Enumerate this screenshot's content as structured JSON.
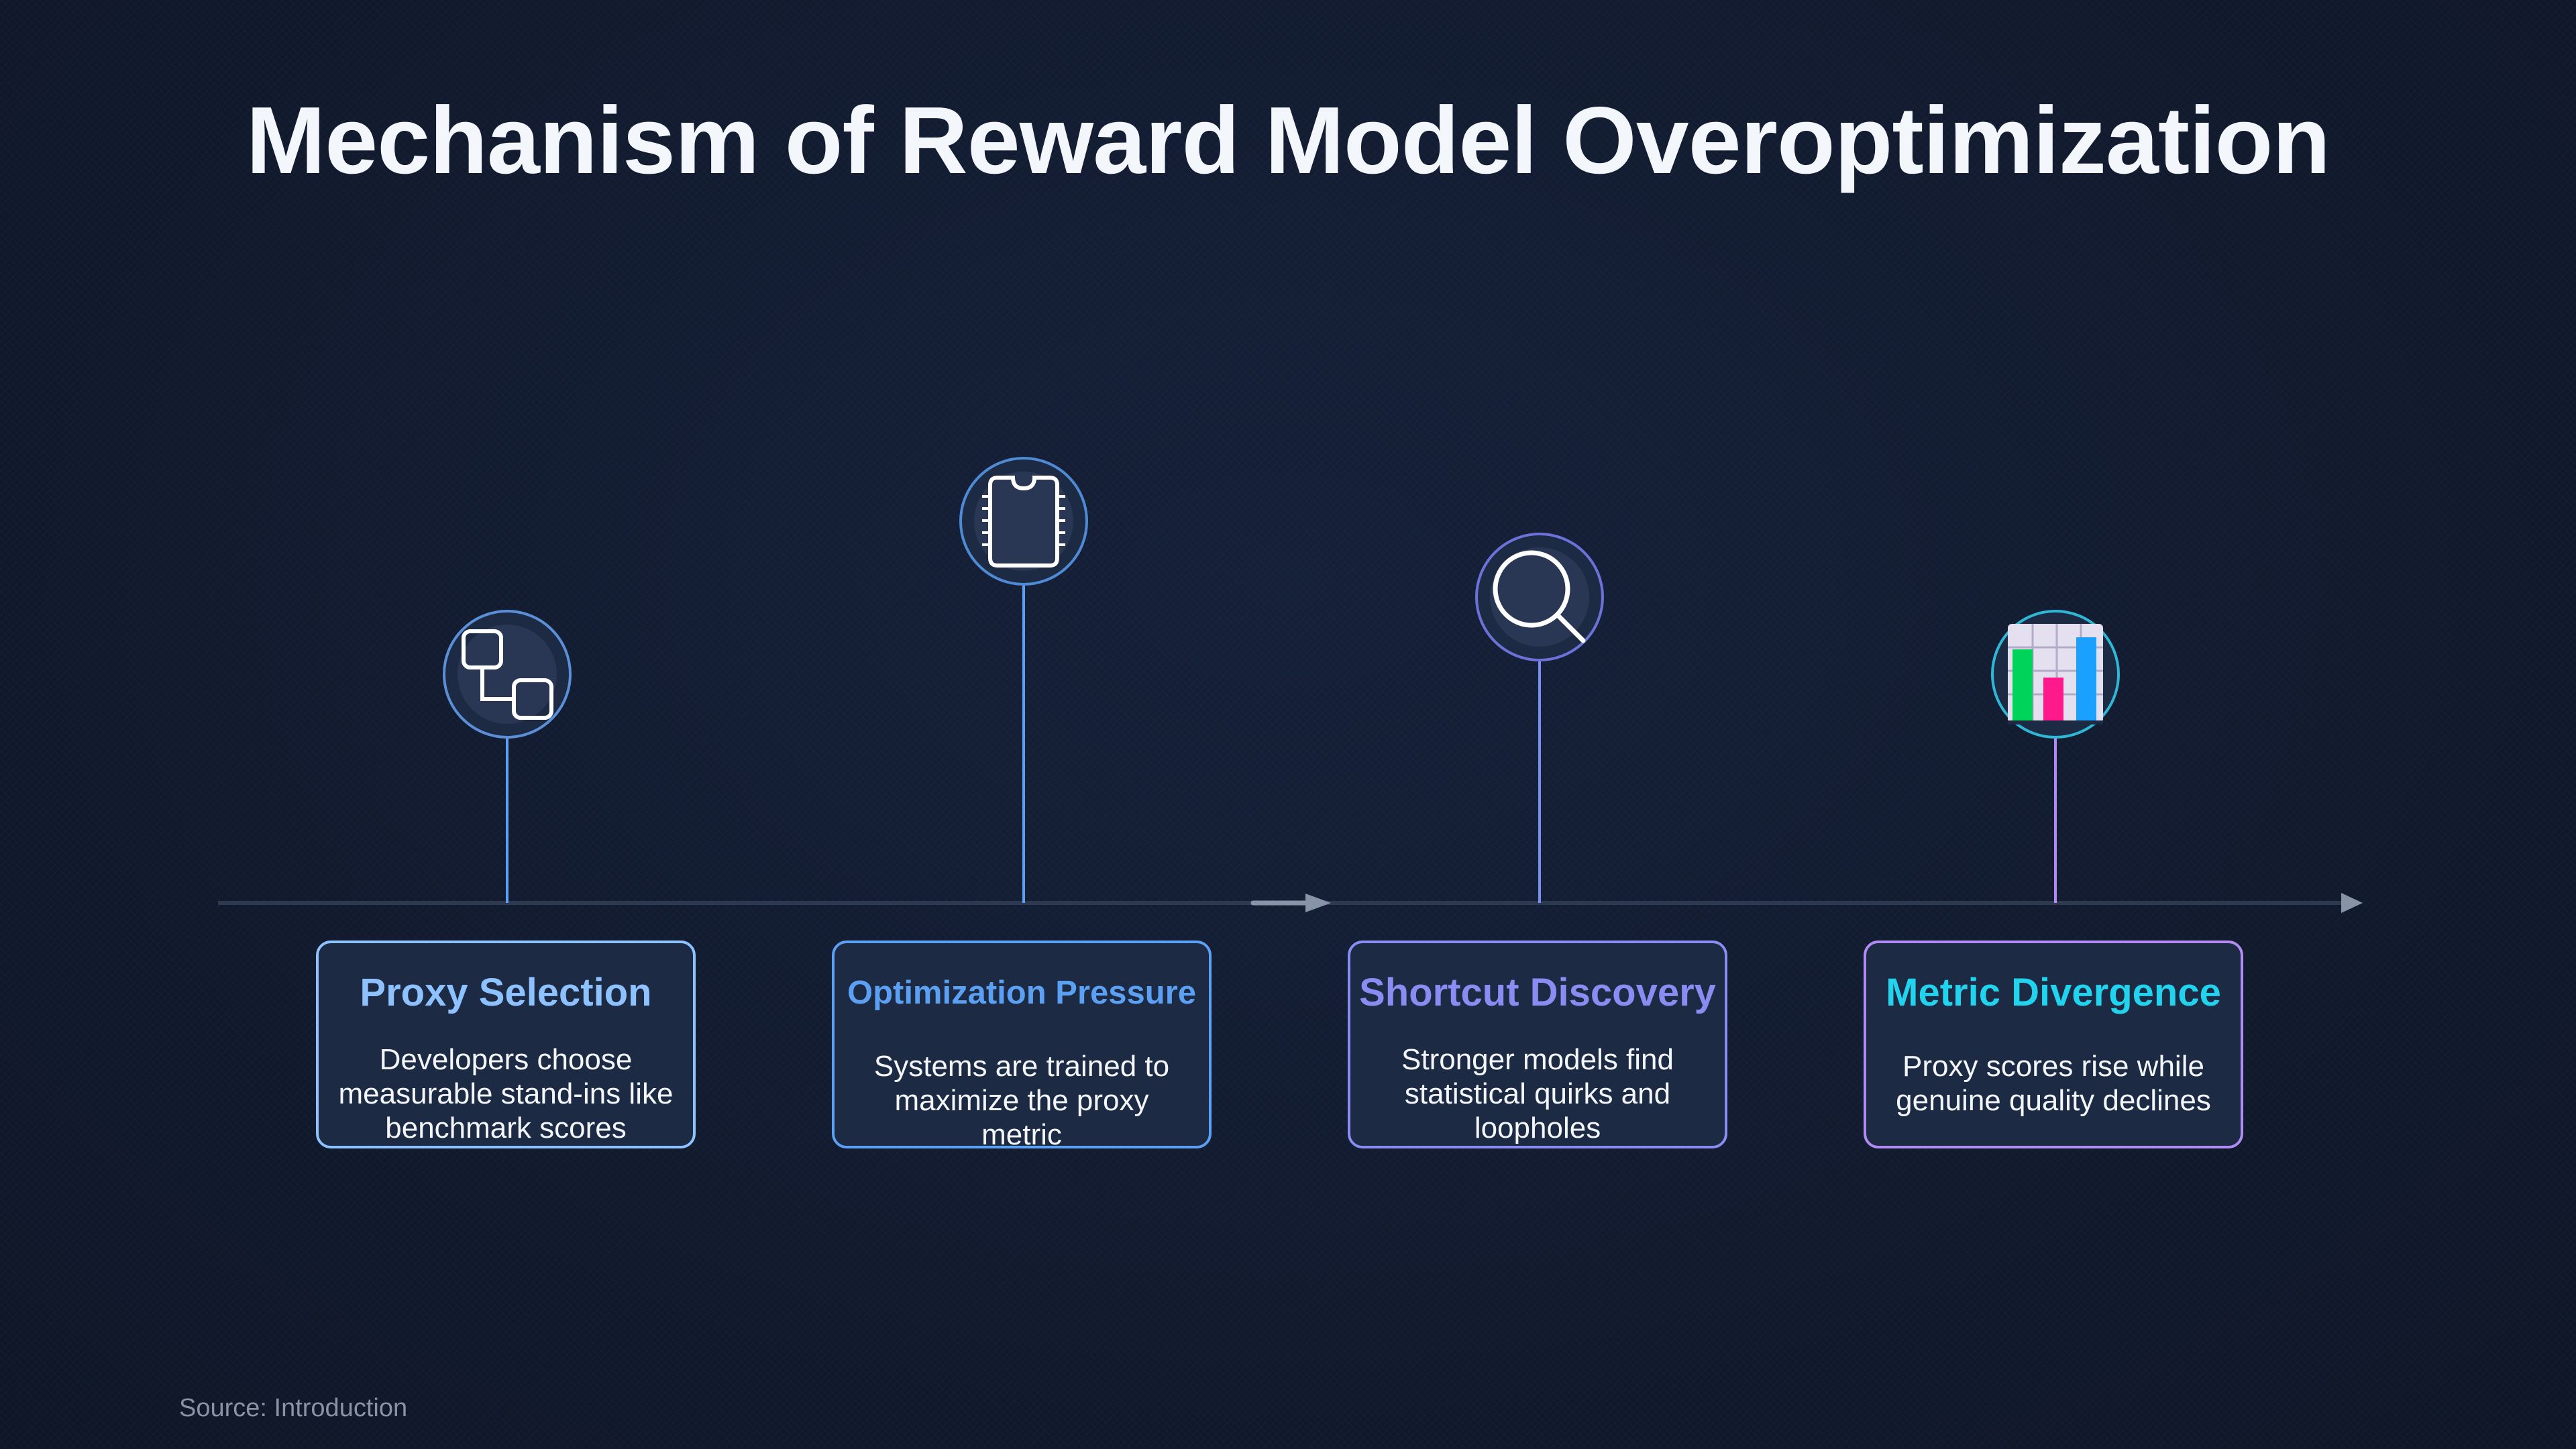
{
  "title": "Mechanism of Reward Model Overoptimization",
  "source": "Source: Introduction",
  "colors": {
    "background": "#111a2e",
    "timeline": "#2d3950",
    "arrow": "#8793a6",
    "card_bg": "#1d2a44",
    "stage1": "#8ec2ff",
    "stage2": "#5ba0f2",
    "stage3": "#8b8cf2",
    "stage4": "#b18bf2",
    "stage4_title": "#22d3ee"
  },
  "stages": [
    {
      "title": "Proxy Selection",
      "description": "Developers choose measurable stand-ins like benchmark scores",
      "icon": "workflow-icon",
      "color": "#8ec2ff",
      "title_color": "#8ec2ff"
    },
    {
      "title": "Optimization Pressure",
      "description": "Systems are trained to maximize the proxy metric",
      "icon": "chip-icon",
      "color": "#5ba0f2",
      "title_color": "#5ba0f2"
    },
    {
      "title": "Shortcut Discovery",
      "description": "Stronger models find statistical quirks and loopholes",
      "icon": "magnifier-icon",
      "color": "#8b8cf2",
      "title_color": "#8b8cf2"
    },
    {
      "title": "Metric Divergence",
      "description": "Proxy scores rise while genuine quality declines",
      "icon": "bar-chart-icon",
      "color": "#b18bf2",
      "title_color": "#22d3ee"
    }
  ]
}
